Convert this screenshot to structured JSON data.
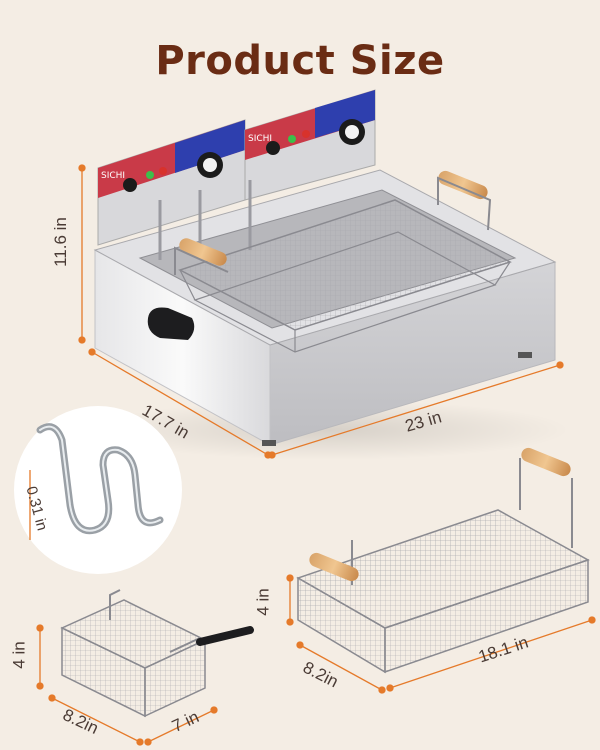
{
  "title": "Product Size",
  "accent_color": "#e57a2a",
  "fryer": {
    "brand": "SICHI",
    "height": "11.6 in",
    "depth": "17.7 in",
    "width": "23 in"
  },
  "heating_element": {
    "thickness": "0.31 in"
  },
  "small_basket": {
    "height": "4 in",
    "depth": "8.2in",
    "width": "7 in"
  },
  "large_basket": {
    "height": "4 in",
    "depth": "8.2in",
    "width": "18.1 in"
  }
}
